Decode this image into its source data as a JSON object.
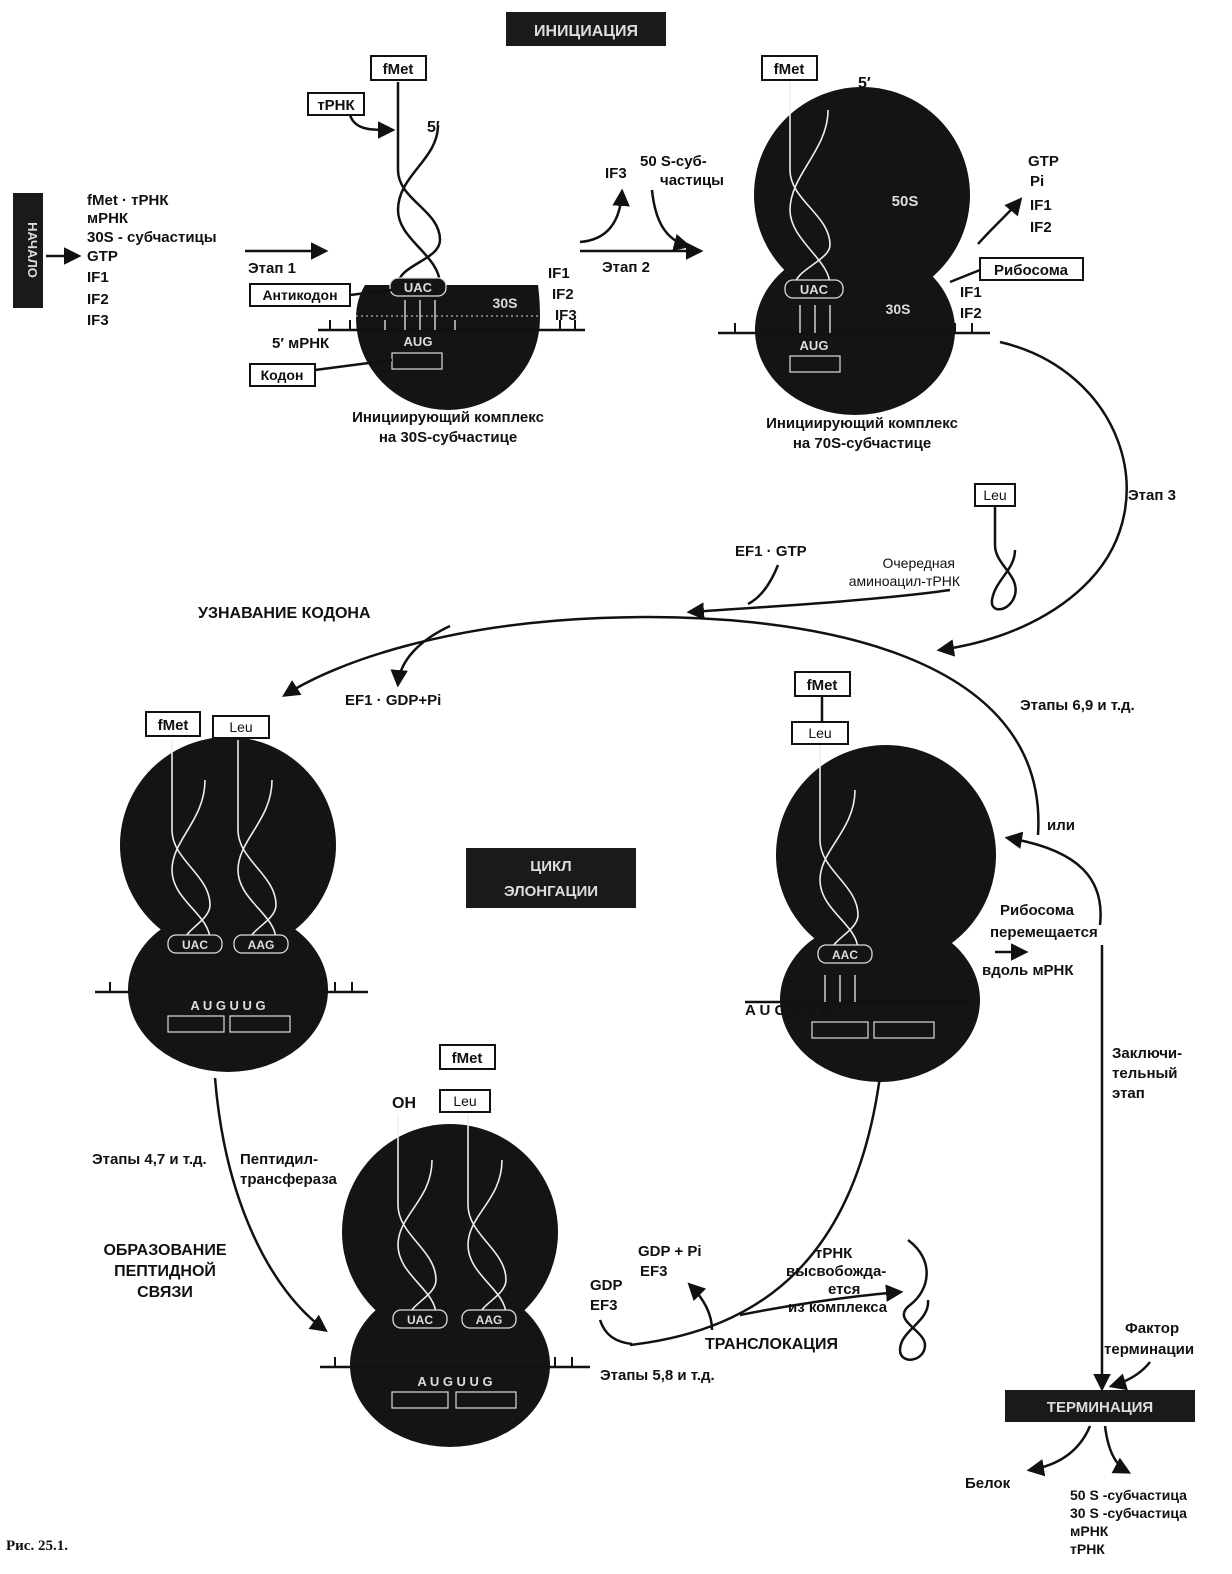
{
  "headers": {
    "initiation": "ИНИЦИАЦИЯ",
    "elongation_1": "ЦИКЛ",
    "elongation_2": "ЭЛОНГАЦИИ",
    "termination": "ТЕРМИНАЦИЯ",
    "start": "НАЧАЛО"
  },
  "start_list": [
    "fMet · тРНК",
    "мРНК",
    "30S - субчастицы",
    "GTP",
    "IF1",
    "IF2",
    "IF3"
  ],
  "stage1": "Этап 1",
  "stage2": "Этап 2",
  "stage3": "Этап 3",
  "complex30": {
    "fmet": "fMet",
    "trna": "тРНК",
    "five": "5′",
    "anticodon_label": "Антикодон",
    "anticodon": "UAC",
    "subunit": "30S",
    "if1": "IF1",
    "if2": "IF2",
    "if3": "IF3",
    "mrna": "5′ мРНК",
    "codon": "AUG",
    "codon_label": "Кодон",
    "caption_1": "Инициирующий комплекс",
    "caption_2": "на 30S-субчастице"
  },
  "step2_labels": {
    "if3": "IF3",
    "sub_1": "50 S-суб-",
    "sub_2": "частицы"
  },
  "complex70": {
    "fmet": "fMet",
    "five": "5′",
    "sub50": "50S",
    "sub30": "30S",
    "anticodon": "UAC",
    "codon": "AUG",
    "ribosome": "Рибосома",
    "if1": "IF1",
    "if2": "IF2",
    "out": [
      "GTP",
      "Pi",
      "IF1",
      "IF2"
    ],
    "caption_1": "Инициирующий комплекс",
    "caption_2": "на 70S-субчастице"
  },
  "recognition": {
    "title": "УЗНАВАНИЕ КОДОНА",
    "ef1gtp": "EF1 · GTP",
    "next_1": "Очередная",
    "next_2": "аминоацил-тРНК",
    "leu": "Leu",
    "out": "EF1 · GDP+Pi",
    "stages": "Этапы 6,9 и т.д."
  },
  "left_complex": {
    "fmet": "fMet",
    "leu": "Leu",
    "ac1": "UAC",
    "ac2": "AAG",
    "codons": "A U G  U U G"
  },
  "peptide": {
    "stages": "Этапы 4,7 и т.д.",
    "enzyme_1": "Пептидил-",
    "enzyme_2": "трансфераза",
    "title_1": "ОБРАЗОВАНИЕ",
    "title_2": "ПЕПТИДНОЙ",
    "title_3": "СВЯЗИ"
  },
  "bottom_complex": {
    "fmet": "fMet",
    "leu": "Leu",
    "oh": "OH",
    "ac1": "UAC",
    "ac2": "AAG",
    "codons": "A U G  U U G"
  },
  "translocation": {
    "title": "ТРАНСЛОКАЦИЯ",
    "gdp_in_1": "GDP",
    "gdp_in_2": "EF3",
    "gdp_out_1": "GDP + Pi",
    "gdp_out_2": "EF3",
    "trna_1": "тРНК",
    "trna_2": "высвобожда-",
    "trna_3": "ется",
    "trna_4": "из комплекса",
    "stages": "Этапы 5,8 и т.д."
  },
  "right_complex": {
    "fmet": "fMet",
    "leu": "Leu",
    "ac": "AAC",
    "codons": "A U G U U G"
  },
  "move": {
    "or": "или",
    "line1": "Рибосома",
    "line2": "перемещается",
    "line3": "вдоль мРНК"
  },
  "final": {
    "l1": "Заключи-",
    "l2": "тельный",
    "l3": "этап",
    "factor_1": "Фактор",
    "factor_2": "терминации"
  },
  "products": {
    "protein": "Белок",
    "list": [
      "50 S -субчастица",
      "30 S -субчастица",
      "мРНК",
      "тРНК"
    ]
  },
  "figure_caption": "Рис. 25.1."
}
